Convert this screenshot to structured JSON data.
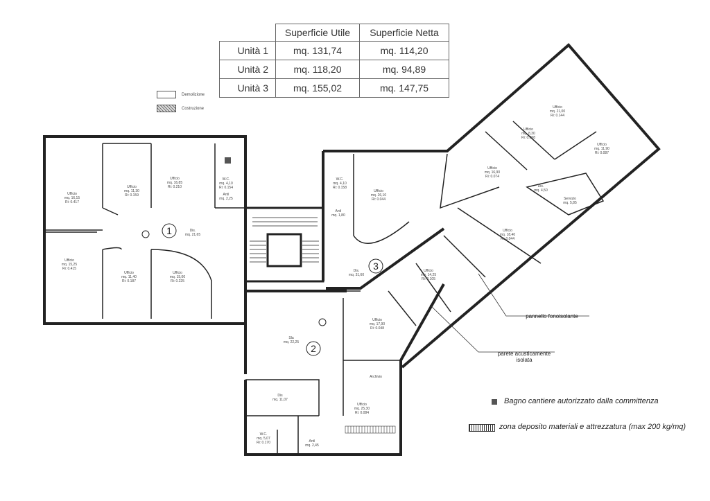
{
  "table": {
    "headers": [
      "",
      "Superficie Utile",
      "Superficie Netta"
    ],
    "rows": [
      {
        "unit": "Unità 1",
        "utile": "mq. 131,74",
        "netta": "mq. 114,20"
      },
      {
        "unit": "Unità 2",
        "utile": "mq. 118,20",
        "netta": "mq. 94,89"
      },
      {
        "unit": "Unità 3",
        "utile": "mq. 155,02",
        "netta": "mq. 147,75"
      }
    ]
  },
  "legend_top": {
    "demolizione": "Demolizione",
    "costruzione": "Costruzione"
  },
  "legend_bottom": {
    "bagno": "Bagno cantiere autorizzato dalla committenza",
    "deposito": "zona deposito materiali e attrezzatura (max 200 kg/mq)"
  },
  "annotations": {
    "pannello": "pannello fonoisolante",
    "parete_1": "parete acusticamente",
    "parete_2": "isolata"
  },
  "unit_numbers": [
    "1",
    "2",
    "3"
  ],
  "rooms": [
    {
      "id": "r1",
      "name": "Ufficio",
      "area": "mq. 16,15",
      "ratio": "Ri: 0.417"
    },
    {
      "id": "r2",
      "name": "Ufficio",
      "area": "mq. 11,30",
      "ratio": "Ri: 0.159"
    },
    {
      "id": "r3",
      "name": "Ufficio",
      "area": "mq. 16,85",
      "ratio": "Ri: 0.210"
    },
    {
      "id": "r4",
      "name": "W.C.",
      "area": "mq. 4,10",
      "ratio": "Ri: 0.154"
    },
    {
      "id": "r5",
      "name": "Antì",
      "area": "mq. 2,25",
      "ratio": ""
    },
    {
      "id": "r6",
      "name": "Dis.",
      "area": "mq. 21,65",
      "ratio": ""
    },
    {
      "id": "r7",
      "name": "Ufficio",
      "area": "mq. 15,25",
      "ratio": "Ri: 0.415"
    },
    {
      "id": "r8",
      "name": "Ufficio",
      "area": "mq. 11,40",
      "ratio": "Ri: 0.187"
    },
    {
      "id": "r9",
      "name": "Ufficio",
      "area": "mq. 15,00",
      "ratio": "Ri: 0.225"
    },
    {
      "id": "r10",
      "name": "W.C.",
      "area": "mq. 4,10",
      "ratio": "Ri: 0.158"
    },
    {
      "id": "r11",
      "name": "Antì",
      "area": "mq. 1,80",
      "ratio": ""
    },
    {
      "id": "r12",
      "name": "Ufficio",
      "area": "mq. 26,10",
      "ratio": "Ri: 0.044"
    },
    {
      "id": "r13",
      "name": "Dis.",
      "area": "mq. 31,60",
      "ratio": ""
    },
    {
      "id": "r14",
      "name": "Ufficio",
      "area": "mq. 16,90",
      "ratio": "Ri: 0.074"
    },
    {
      "id": "r15",
      "name": "Ufficio",
      "area": "mq. 8,30",
      "ratio": "Ri: 0.098"
    },
    {
      "id": "r16",
      "name": "Ufficio",
      "area": "mq. 21,00",
      "ratio": "Ri: 0.144"
    },
    {
      "id": "r17",
      "name": "Ufficio",
      "area": "mq. 11,90",
      "ratio": "Ri: 0.087"
    },
    {
      "id": "r18",
      "name": "Dis.",
      "area": "mq. 4,50",
      "ratio": ""
    },
    {
      "id": "r19",
      "name": "Servizio",
      "area": "mq. 5,85",
      "ratio": ""
    },
    {
      "id": "r20",
      "name": "Ufficio",
      "area": "mq. 18,40",
      "ratio": "Ri: 0.044"
    },
    {
      "id": "r21",
      "name": "Ufficio",
      "area": "mq. 14,25",
      "ratio": "Ri: 0.105"
    },
    {
      "id": "r22",
      "name": "Ufficio",
      "area": "mq. 17,90",
      "ratio": "Ri: 0.048"
    },
    {
      "id": "r23",
      "name": "Sla",
      "area": "mq. 22,25",
      "ratio": ""
    },
    {
      "id": "r24",
      "name": "Dis",
      "area": "mq. 11,07",
      "ratio": ""
    },
    {
      "id": "r25",
      "name": "Ufficio",
      "area": "mq. 25,30",
      "ratio": "Ri: 0.084"
    },
    {
      "id": "r26",
      "name": "W.C.",
      "area": "mq. 5,07",
      "ratio": "Ri: 0.170"
    },
    {
      "id": "r27",
      "name": "Antì",
      "area": "mq. 2,45",
      "ratio": ""
    }
  ],
  "room_extra": {
    "archivio": "Archivio"
  }
}
